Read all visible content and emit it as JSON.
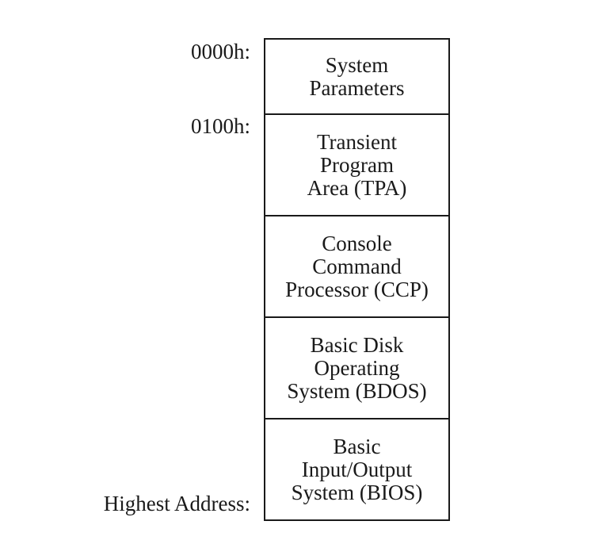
{
  "addresses": {
    "start": "0000h:",
    "tpa_start": "0100h:",
    "end": "Highest Address:"
  },
  "blocks": [
    {
      "label": "System\nParameters"
    },
    {
      "label": "Transient\nProgram\nArea (TPA)"
    },
    {
      "label": "Console\nCommand\nProcessor (CCP)"
    },
    {
      "label": "Basic Disk\nOperating\nSystem (BDOS)"
    },
    {
      "label": "Basic\nInput/Output\nSystem (BIOS)"
    }
  ]
}
